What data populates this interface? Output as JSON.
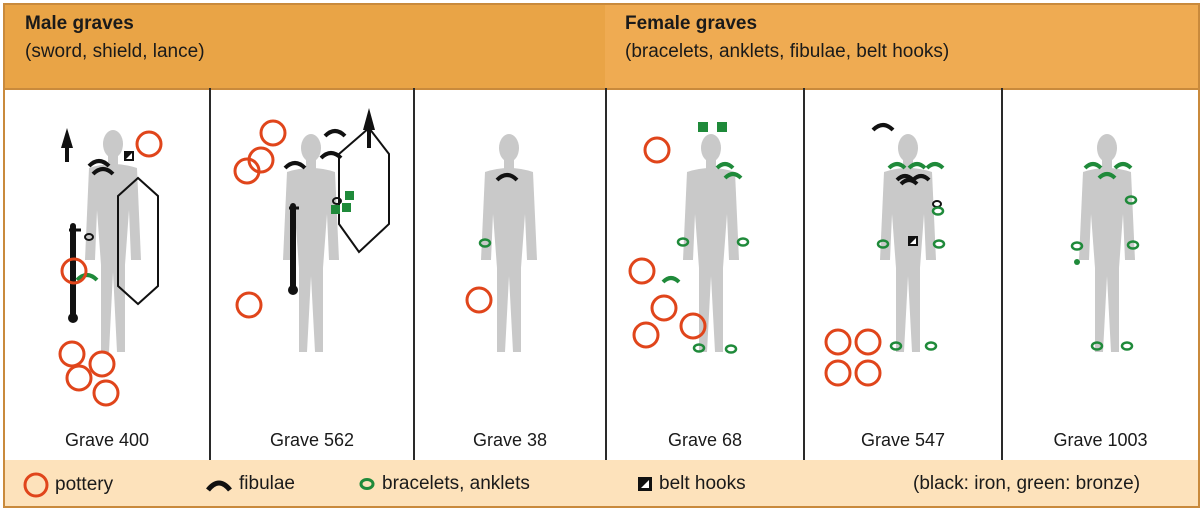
{
  "header": {
    "male": {
      "title": "Male graves",
      "subtitle": "(sword, shield, lance)"
    },
    "female": {
      "title": "Female graves",
      "subtitle": "(bracelets, anklets, fibulae, belt hooks)"
    }
  },
  "graves": [
    {
      "label": "Grave 400"
    },
    {
      "label": "Grave 562"
    },
    {
      "label": "Grave 38"
    },
    {
      "label": "Grave 68"
    },
    {
      "label": "Grave 547"
    },
    {
      "label": "Grave 1003"
    }
  ],
  "legend": {
    "pottery": "pottery",
    "fibulae": "fibulae",
    "bracelets": "bracelets, anklets",
    "belt_hooks": "belt hooks",
    "note": "(black: iron, green: bronze)"
  },
  "colors": {
    "pottery": "#e0451b",
    "iron": "#111111",
    "bronze": "#1f8a3a",
    "figure": "#c9c9c9",
    "header_male": "#e9a446",
    "header_female": "#efab52",
    "legend_bg": "#fde2bb"
  }
}
